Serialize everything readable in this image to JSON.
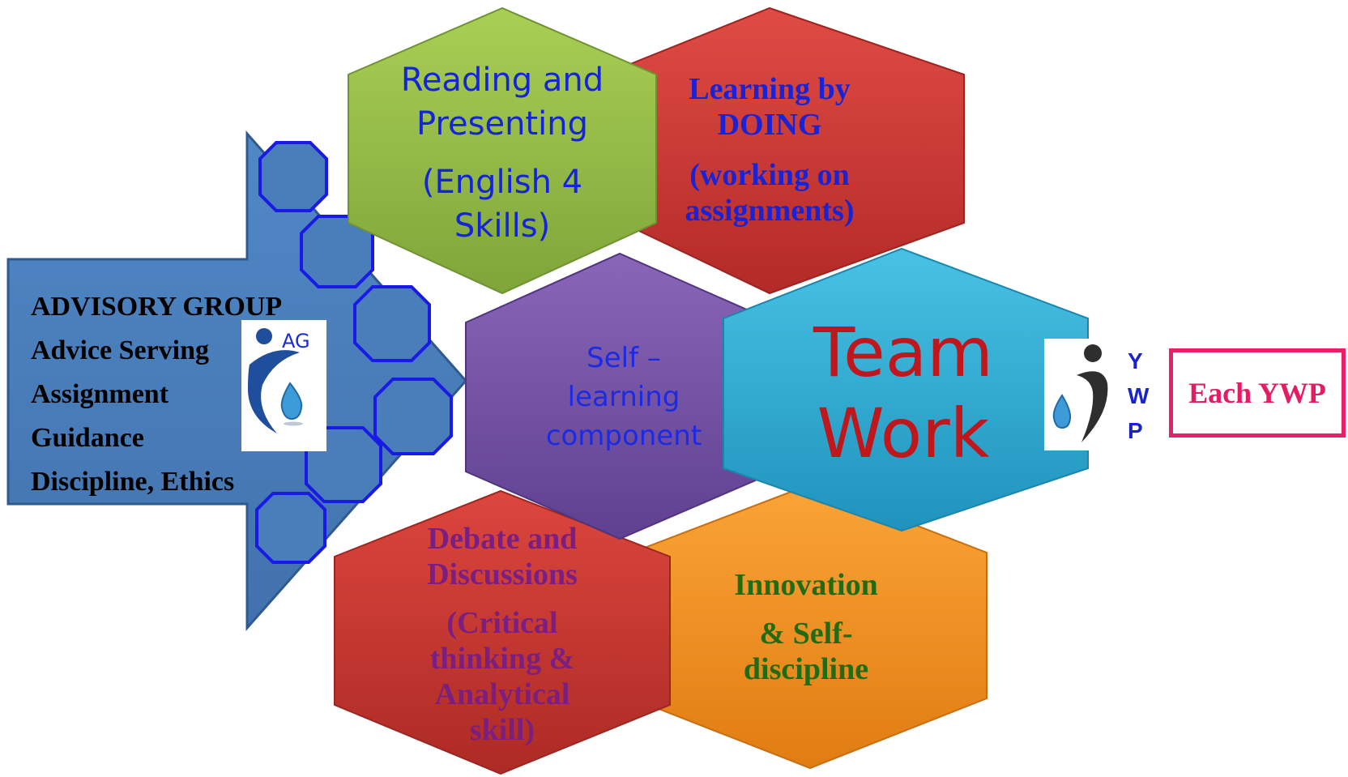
{
  "advisory": {
    "lines": [
      "ADVISORY GROUP",
      "Advice Serving",
      "Assignment",
      "Guidance",
      "Discipline, Ethics"
    ],
    "logo_text": "AG"
  },
  "hexagons": {
    "reading": {
      "lines": [
        "Reading and",
        "Presenting",
        "(English 4",
        "Skills)"
      ],
      "color": "#9cc24a",
      "text_color": "#1424d8"
    },
    "learning": {
      "lines": [
        "Learning by",
        "DOING",
        "(working on",
        "assignments)"
      ],
      "color": "#d53a36",
      "text_color": "#1a22d6"
    },
    "self": {
      "lines": [
        "Self –",
        "learning",
        "component"
      ],
      "color": "#7a56a6",
      "text_color": "#1c2ae4"
    },
    "team": {
      "lines": [
        "Team",
        "Work"
      ],
      "color": "#33b3d8",
      "text_color": "#c0171c"
    },
    "debate": {
      "lines": [
        "Debate and",
        "Discussions",
        "(Critical",
        "thinking &",
        "Analytical",
        "skill)"
      ],
      "color": "#cf3b33",
      "text_color": "#7b1e82"
    },
    "innovation": {
      "lines": [
        "Innovation",
        "& Self-",
        "discipline"
      ],
      "color": "#f7941f",
      "text_color": "#226b12"
    }
  },
  "ywp": {
    "letters": [
      "Y",
      "W",
      "P"
    ],
    "each_label": "Each YWP"
  },
  "colors": {
    "arrow": "#4a7ebb",
    "arrow_border": "#2e5a8e",
    "octagon_stroke": "#1a1ae6",
    "each_border": "#ea1f6a"
  },
  "icons": [
    "ag-logo-icon",
    "ywp-logo-icon",
    "water-drop-icon"
  ]
}
